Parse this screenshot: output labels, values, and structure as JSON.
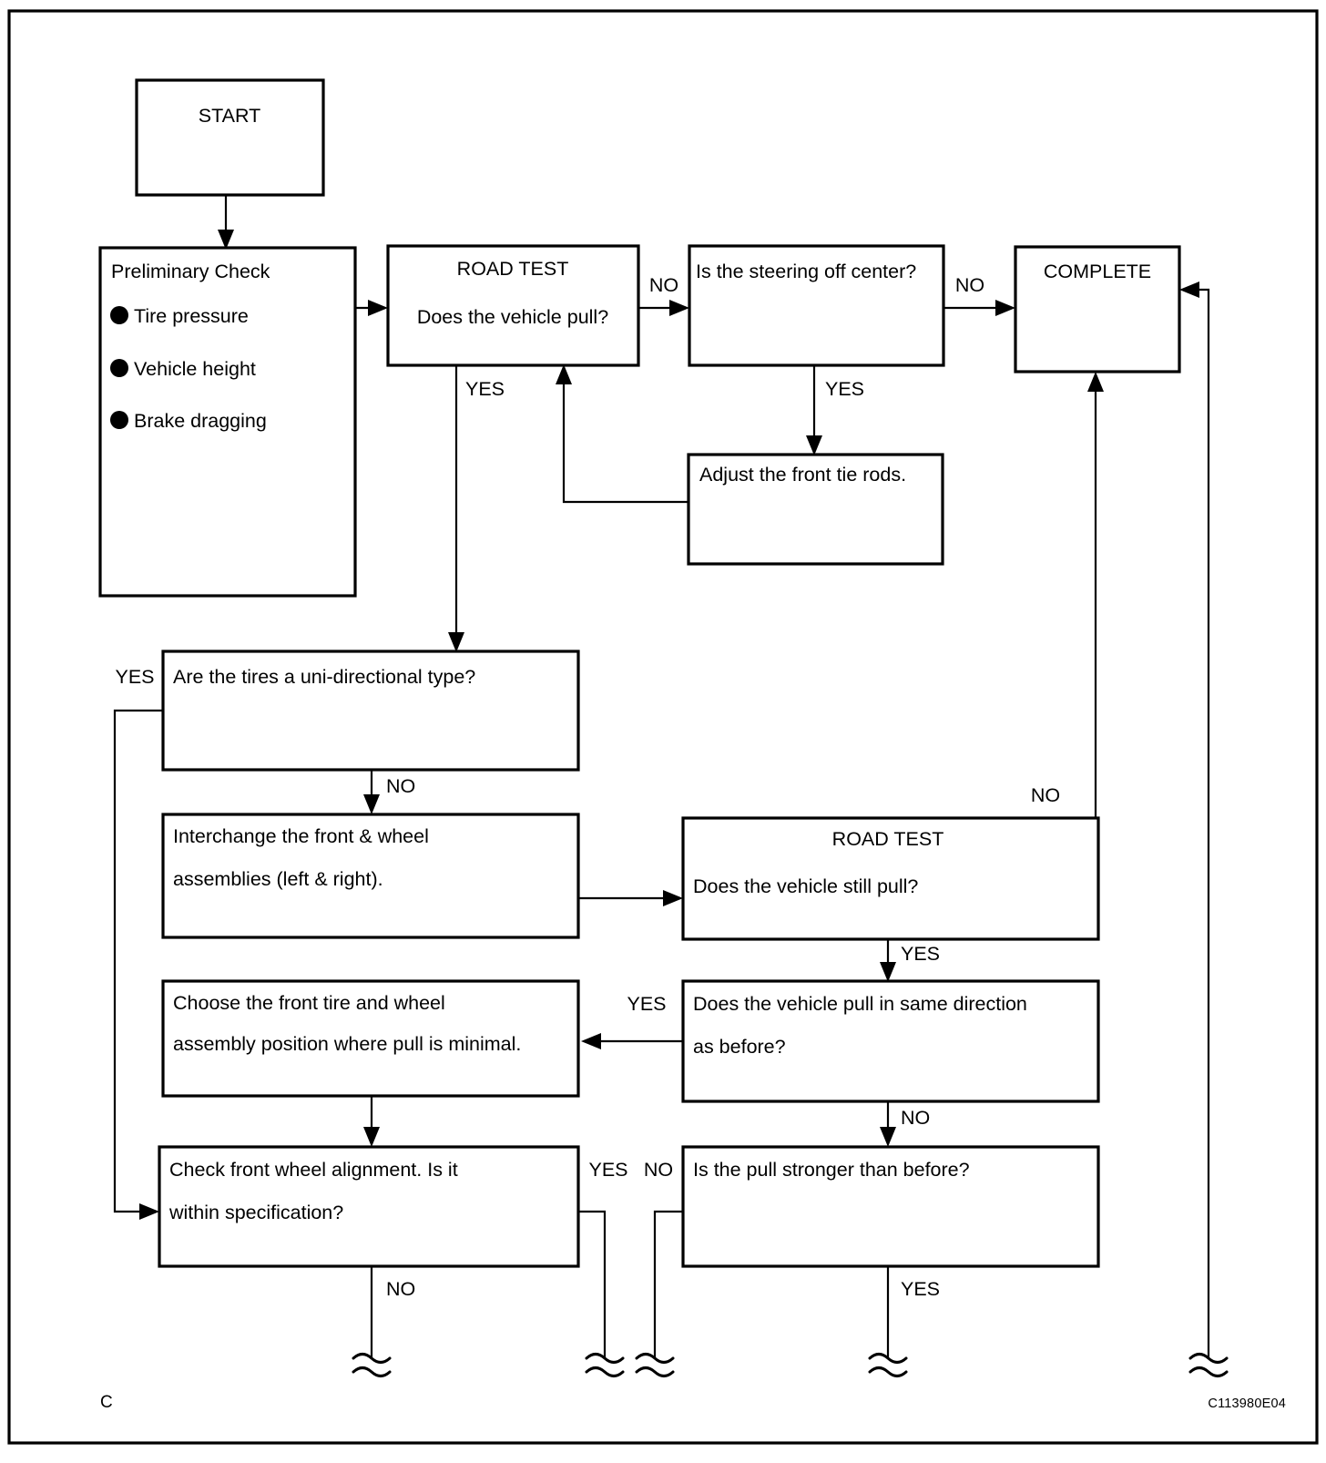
{
  "page": {
    "corner_label": "C",
    "figure_code": "C113980E04"
  },
  "nodes": {
    "start": {
      "label": "START"
    },
    "preliminary": {
      "title": "Preliminary Check",
      "items": [
        "Tire pressure",
        "Vehicle height",
        "Brake dragging"
      ]
    },
    "road_test_1": {
      "title": "ROAD TEST",
      "question": "Does the vehicle pull?"
    },
    "steering_off_center": {
      "question": "Is the steering off center?"
    },
    "complete": {
      "label": "COMPLETE"
    },
    "adjust_tie_rods": {
      "text": "Adjust the front tie rods."
    },
    "uni_directional": {
      "question": "Are the tires a uni-directional type?"
    },
    "interchange": {
      "line1": "Interchange the front & wheel",
      "line2": "assemblies (left & right)."
    },
    "road_test_2": {
      "title": "ROAD TEST",
      "question": "Does the vehicle still pull?"
    },
    "same_direction": {
      "line1": "Does the vehicle pull in same direction",
      "line2": "as before?"
    },
    "choose_position": {
      "line1": "Choose the front tire and wheel",
      "line2": "assembly position where pull is minimal."
    },
    "check_alignment": {
      "line1": "Check front wheel alignment. Is it",
      "line2": "within specification?"
    },
    "pull_stronger": {
      "question": "Is the pull stronger than before?"
    }
  },
  "edge_labels": {
    "rt1_no": "NO",
    "rt1_yes": "YES",
    "steering_no": "NO",
    "steering_yes": "YES",
    "uni_yes": "YES",
    "uni_no": "NO",
    "rt2_no": "NO",
    "rt2_yes": "YES",
    "same_dir_yes": "YES",
    "same_dir_no": "NO",
    "align_yes": "YES",
    "align_no": "NO",
    "stronger_no": "NO",
    "stronger_yes": "YES"
  },
  "colors": {
    "stroke": "#000000",
    "fill": "#ffffff"
  }
}
